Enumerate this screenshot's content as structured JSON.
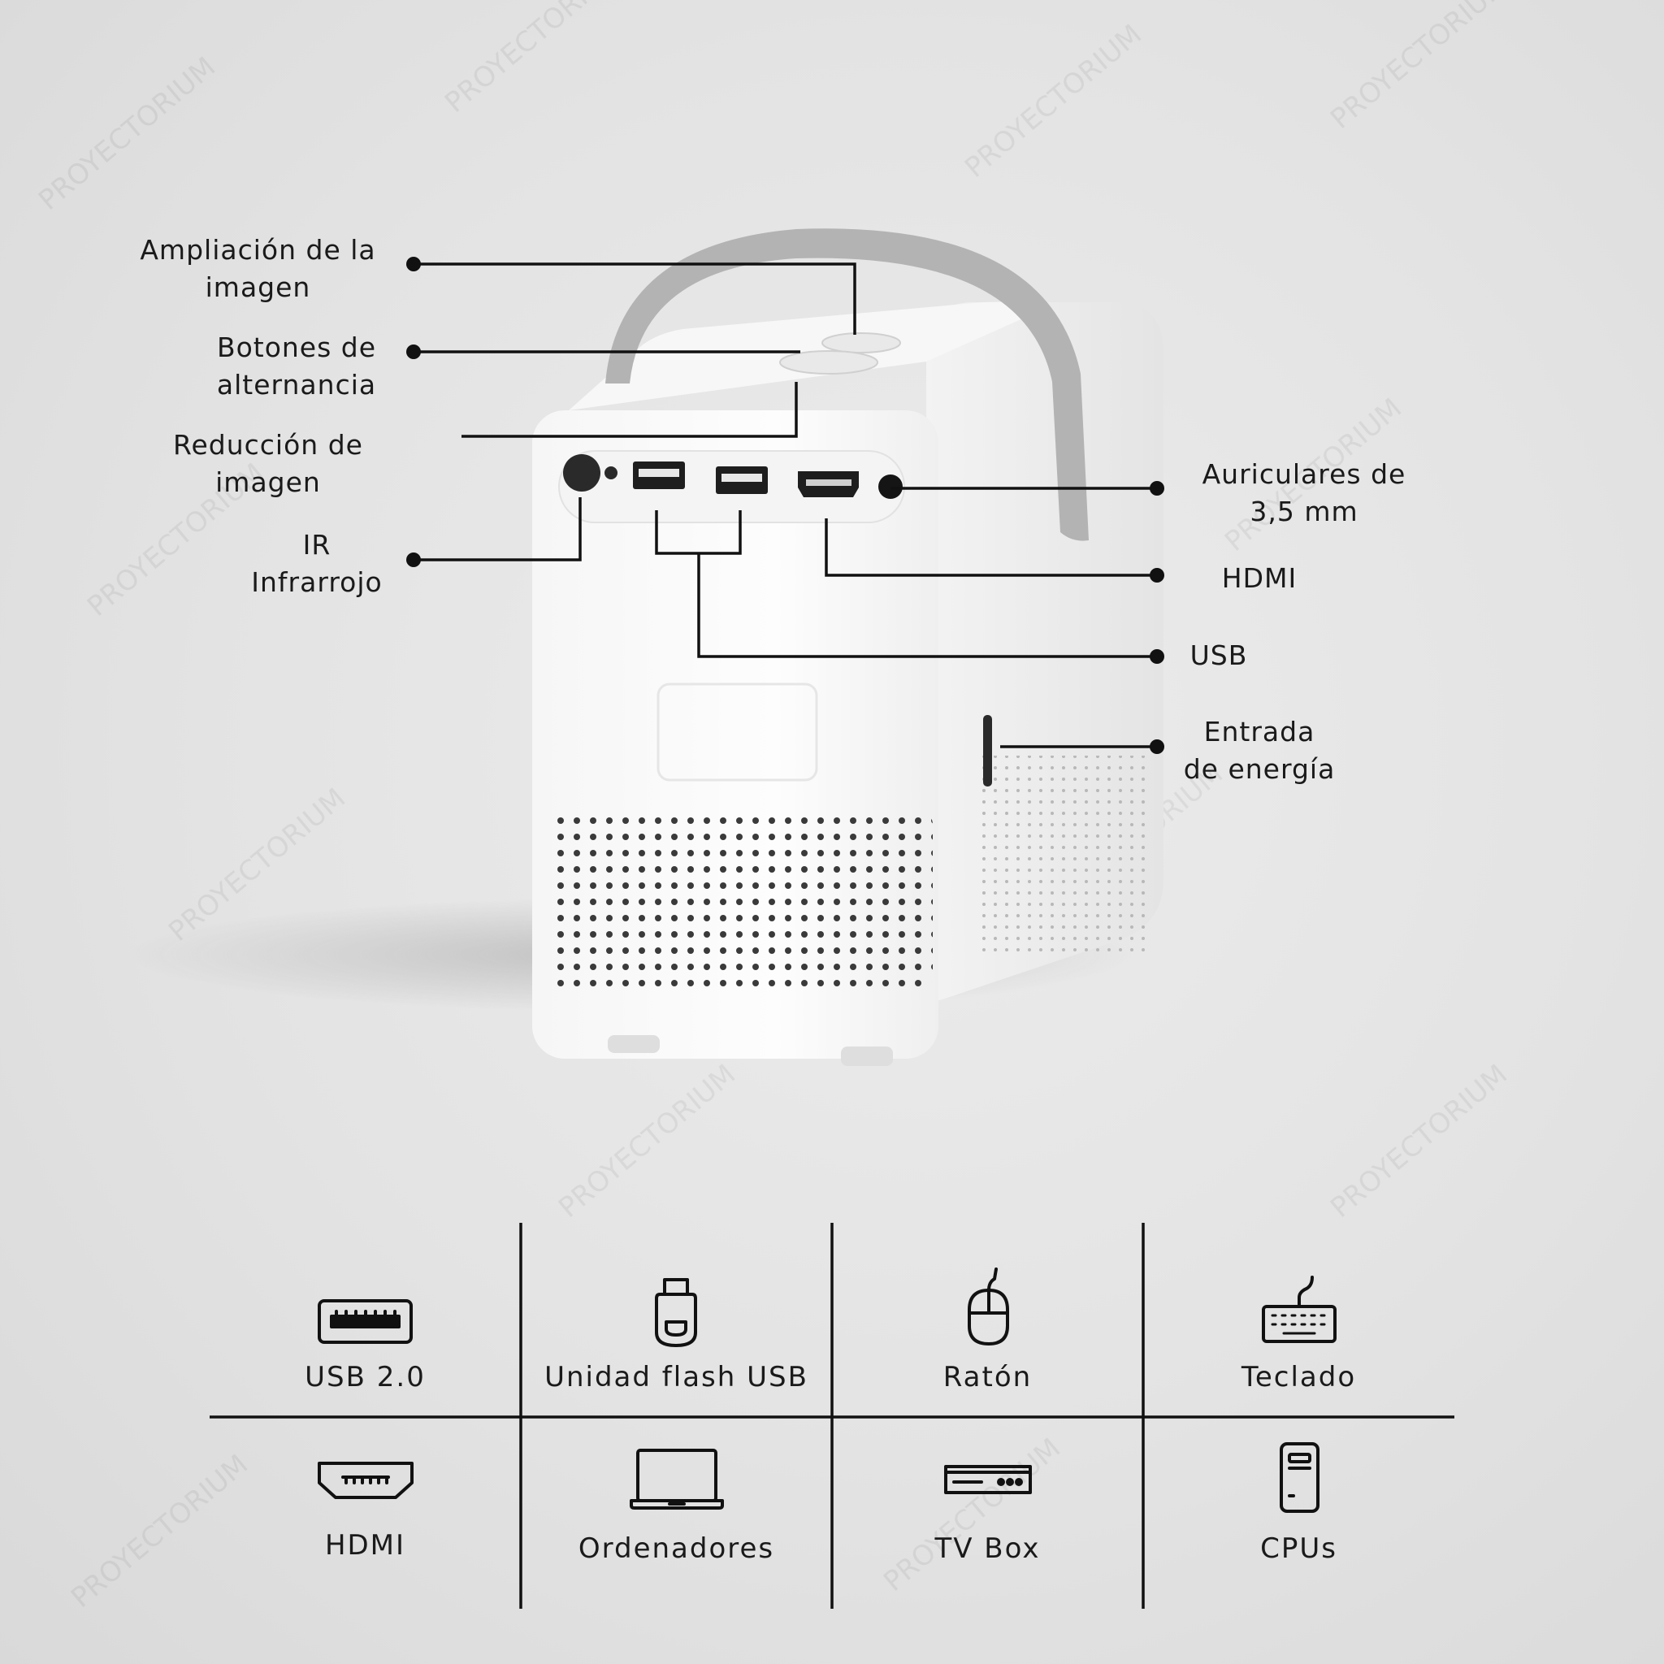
{
  "callouts": {
    "zoom_in": [
      "Ampliación de la",
      "imagen"
    ],
    "toggle_buttons": [
      "Botones de",
      "alternancia"
    ],
    "zoom_out": [
      "Reducción de",
      "imagen"
    ],
    "ir": [
      "IR",
      "Infrarrojo"
    ],
    "headphones": [
      "Auriculares de",
      "3,5 mm"
    ],
    "hdmi": "HDMI",
    "usb": "USB",
    "power": [
      "Entrada",
      "de energía"
    ]
  },
  "compat": {
    "row1": [
      {
        "label": "USB 2.0",
        "icon": "usb-port-icon"
      },
      {
        "label": "Unidad flash USB",
        "icon": "usb-flash-drive-icon"
      },
      {
        "label": "Ratón",
        "icon": "mouse-icon"
      },
      {
        "label": "Teclado",
        "icon": "keyboard-icon"
      }
    ],
    "row2": [
      {
        "label": "HDMI",
        "icon": "hdmi-port-icon"
      },
      {
        "label": "Ordenadores",
        "icon": "laptop-icon"
      },
      {
        "label": "TV Box",
        "icon": "tv-box-icon"
      },
      {
        "label": "CPUs",
        "icon": "pc-tower-icon"
      }
    ]
  },
  "watermark": "PROYECTORIUM",
  "colors": {
    "line": "#111111",
    "device": "#fafafa",
    "handle": "#b0b0b0"
  }
}
